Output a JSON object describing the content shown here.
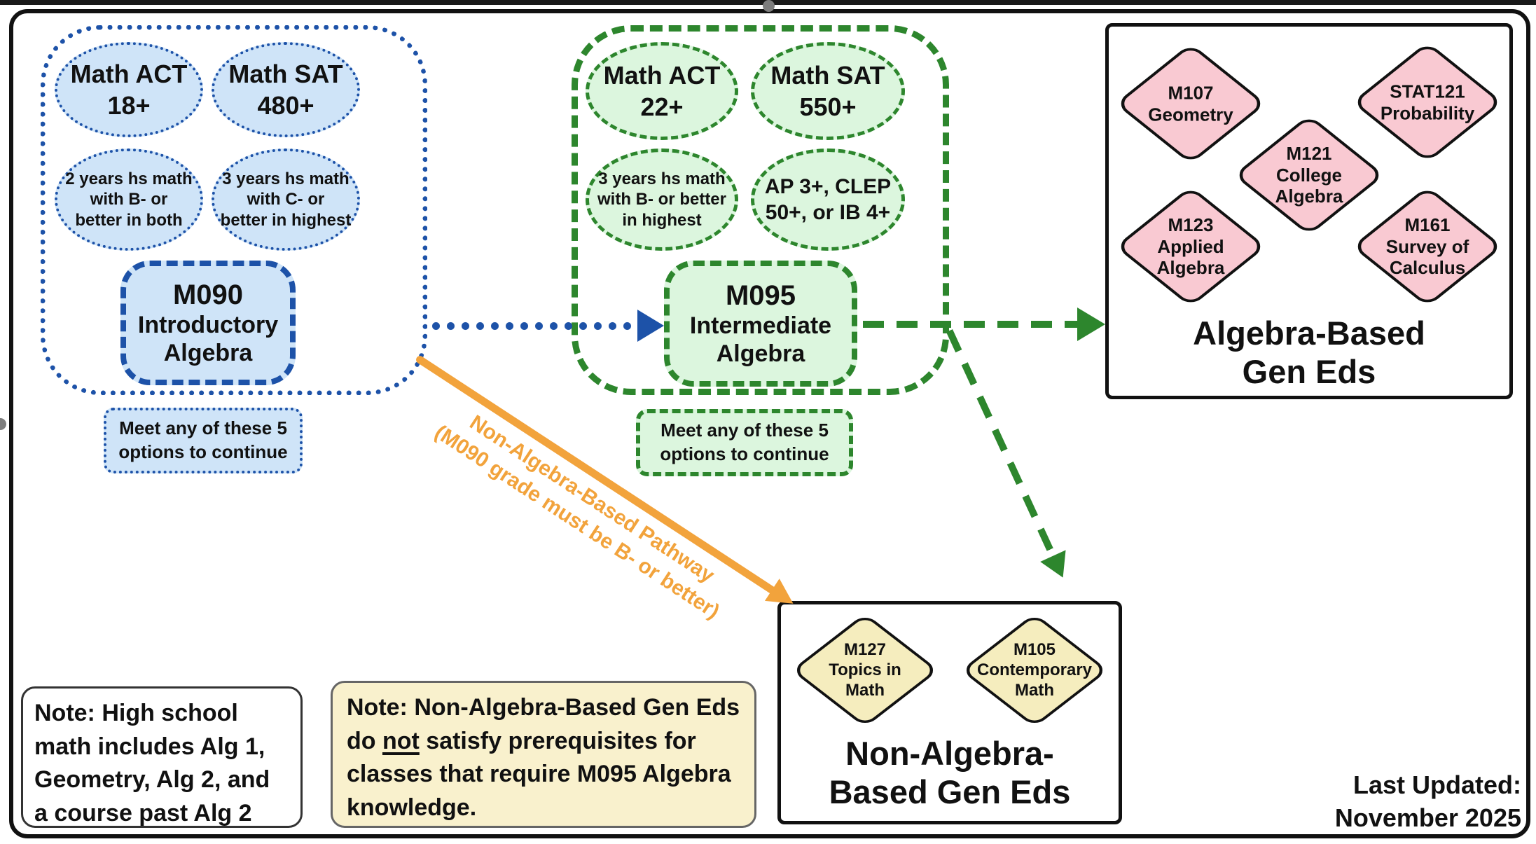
{
  "colors": {
    "blue": "#1d52a8",
    "blue-fill": "#cfe4f8",
    "green": "#2d862d",
    "green-fill": "#dcf6de",
    "pink-fill": "#f9c9d2",
    "gold-fill": "#f5edbe",
    "note-yellow": "#f9f1cd",
    "orange": "#f2a33c"
  },
  "m090_pathway": {
    "option_act": "Math ACT\n18+",
    "option_sat": "Math SAT\n480+",
    "option_hs2": "2 years hs math\nwith B- or\nbetter in both",
    "option_hs3": "3 years hs math\nwith C- or\nbetter in highest",
    "course_code": "M090",
    "course_name": "Introductory\nAlgebra",
    "note": "Meet any of these 5\noptions to continue"
  },
  "m095_pathway": {
    "option_act": "Math ACT\n22+",
    "option_sat": "Math SAT\n550+",
    "option_hs3": "3 years hs math\nwith B- or better\nin highest",
    "option_ap": "AP 3+, CLEP\n50+, or IB 4+",
    "course_code": "M095",
    "course_name": "Intermediate\nAlgebra",
    "note": "Meet any of these 5\noptions to continue"
  },
  "algebra_gen_eds": {
    "title": "Algebra-Based\nGen Eds",
    "courses": [
      "M107\nGeometry",
      "STAT121\nProbability",
      "M121\nCollege\nAlgebra",
      "M123\nApplied\nAlgebra",
      "M161\nSurvey of\nCalculus"
    ]
  },
  "non_algebra_gen_eds": {
    "title": "Non-Algebra-\nBased Gen Eds",
    "courses": [
      "M127\nTopics in\nMath",
      "M105\nContemporary\nMath"
    ]
  },
  "orange_pathway": {
    "line1": "Non-Algebra-Based Pathway",
    "line2": "(M090 grade must be B- or better)"
  },
  "notes": {
    "high_school": "Note: High school\nmath includes Alg 1,\nGeometry, Alg 2, and\na course past Alg 2",
    "non_algebra_pre": "Note: Non-Algebra-Based Gen Eds do ",
    "non_algebra_underlined": "not",
    "non_algebra_post": " satisfy prerequisites for classes that require M095 Algebra knowledge."
  },
  "footer": {
    "last_updated": "Last Updated:\nNovember 2025"
  }
}
